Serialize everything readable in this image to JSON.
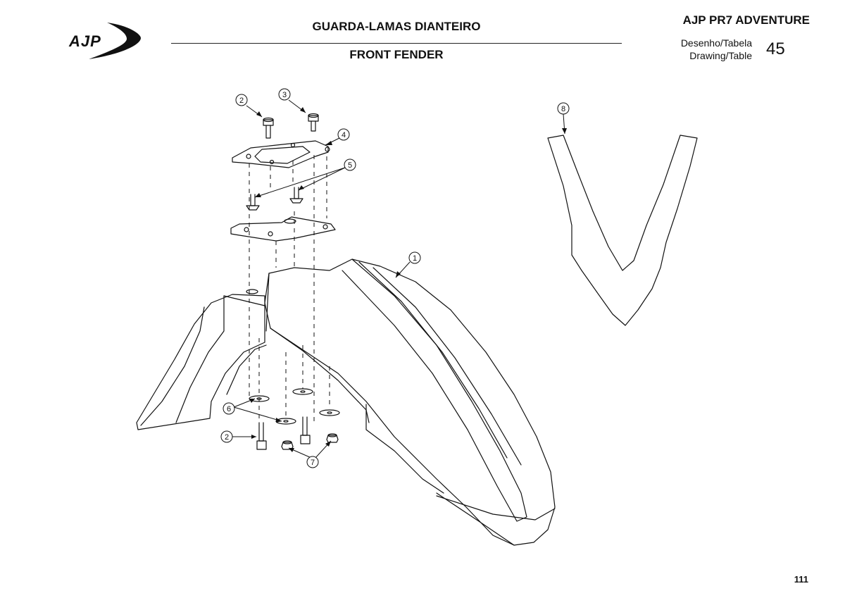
{
  "header": {
    "brand": "AJP",
    "title_pt": "GUARDA-LAMAS DIANTEIRO",
    "title_en": "FRONT FENDER",
    "model": "AJP PR7 ADVENTURE",
    "drawing_label_pt": "Desenho/Tabela",
    "drawing_label_en": "Drawing/Table",
    "drawing_number": "45"
  },
  "callouts": [
    "1",
    "2",
    "3",
    "4",
    "5",
    "6",
    "7",
    "8",
    "2"
  ],
  "footer": {
    "page_number": "111"
  },
  "colors": {
    "ink": "#111111",
    "background": "#ffffff"
  }
}
